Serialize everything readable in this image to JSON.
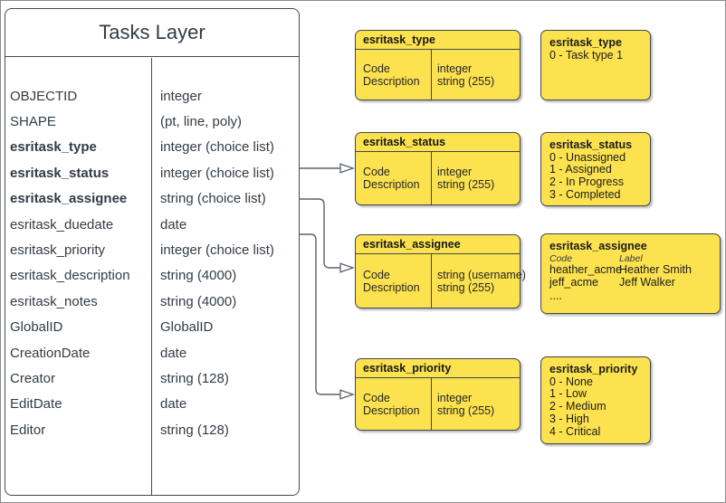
{
  "colors": {
    "yellow": "#FCE24F",
    "box_stroke": "#40474F",
    "table_stroke": "#3E4A56",
    "text": "#323C46",
    "connector": "#5A636B",
    "page_border": "#8C8C8C"
  },
  "tasks_layer": {
    "title": "Tasks Layer",
    "fields": [
      {
        "name": "OBJECTID",
        "type": "integer",
        "bold": false
      },
      {
        "name": "SHAPE",
        "type": "(pt, line, poly)",
        "bold": false
      },
      {
        "name": "esritask_type",
        "type": "integer (choice list)",
        "bold": true
      },
      {
        "name": "esritask_status",
        "type": "integer (choice list)",
        "bold": true
      },
      {
        "name": "esritask_assignee",
        "type": "string (choice list)",
        "bold": true
      },
      {
        "name": "esritask_duedate",
        "type": "date",
        "bold": false
      },
      {
        "name": "esritask_priority",
        "type": "integer (choice list)",
        "bold": false
      },
      {
        "name": "esritask_description",
        "type": "string (4000)",
        "bold": false
      },
      {
        "name": "esritask_notes",
        "type": "string (4000)",
        "bold": false
      },
      {
        "name": "GlobalID",
        "type": "GlobalID",
        "bold": false
      },
      {
        "name": "CreationDate",
        "type": "date",
        "bold": false
      },
      {
        "name": "Creator",
        "type": "string (128)",
        "bold": false
      },
      {
        "name": "EditDate",
        "type": "date",
        "bold": false
      },
      {
        "name": "Editor",
        "type": "string (128)",
        "bold": false
      }
    ]
  },
  "domain_tables": [
    {
      "title": "esritask_type",
      "rows": [
        [
          "Code",
          "integer"
        ],
        [
          "Description",
          "string (255)"
        ]
      ]
    },
    {
      "title": "esritask_status",
      "rows": [
        [
          "Code",
          "integer"
        ],
        [
          "Description",
          "string (255)"
        ]
      ]
    },
    {
      "title": "esritask_assignee",
      "rows": [
        [
          "Code",
          "string (username)"
        ],
        [
          "Description",
          "string (255)"
        ]
      ]
    },
    {
      "title": "esritask_priority",
      "rows": [
        [
          "Code",
          "integer"
        ],
        [
          "Description",
          "string (255)"
        ]
      ]
    }
  ],
  "value_boxes": [
    {
      "title": "esritask_type",
      "lines": [
        "0 - Task type 1"
      ]
    },
    {
      "title": "esritask_status",
      "lines": [
        "0 - Unassigned",
        "1 - Assigned",
        "2 - In Progress",
        "3 - Completed"
      ]
    },
    {
      "title": "esritask_assignee",
      "col_headers": [
        "Code",
        "Label"
      ],
      "rows": [
        [
          "heather_acme",
          "Heather Smith"
        ],
        [
          "jeff_acme",
          "Jeff Walker"
        ]
      ],
      "more": "...."
    },
    {
      "title": "esritask_priority",
      "lines": [
        "0 - None",
        "1 - Low",
        "2 - Medium",
        "3 - High",
        "4 - Critical"
      ]
    }
  ]
}
